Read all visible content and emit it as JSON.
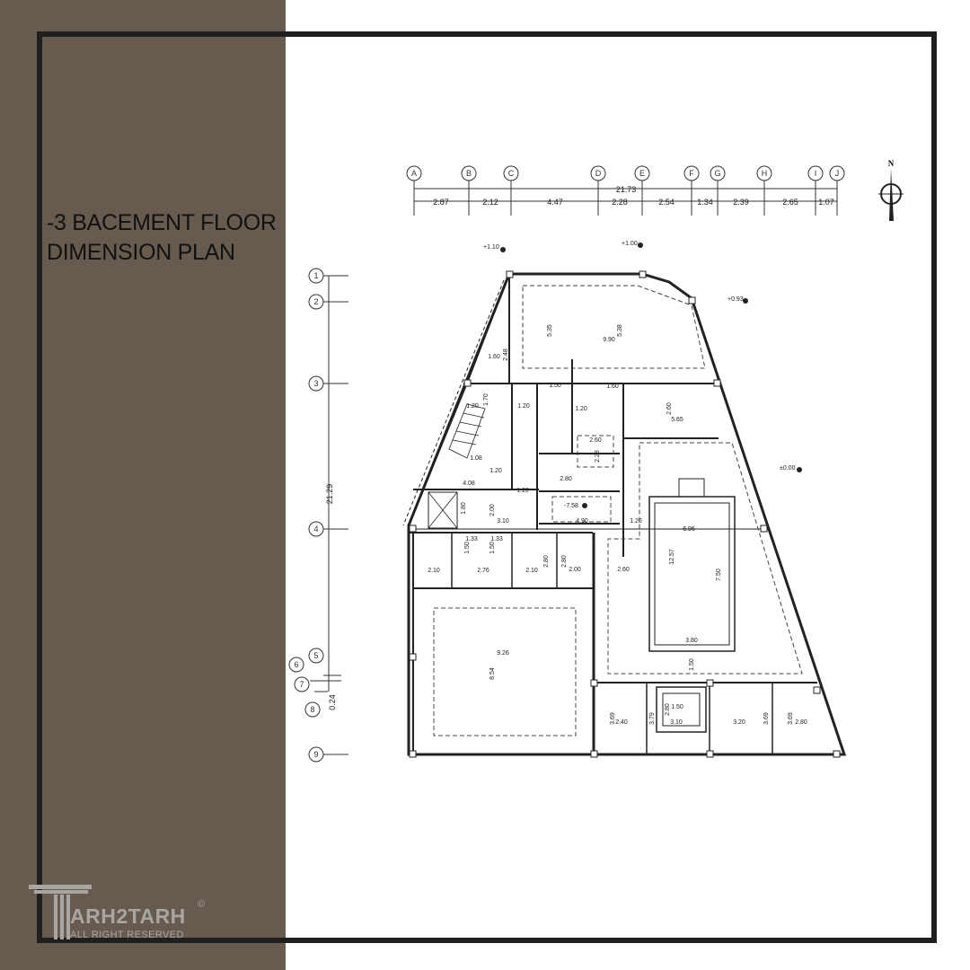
{
  "title": {
    "line1": "-3 BACEMENT FLOOR",
    "line2": "DIMENSION PLAN"
  },
  "logo": {
    "brand": "ARH2TARH",
    "copyright": "©",
    "rights": "ALL RIGHT RESERVED"
  },
  "colors": {
    "panel": "#675b50",
    "frame": "#1f1f1f",
    "line": "#222222"
  },
  "north": {
    "label": "N"
  },
  "grid": {
    "columns": [
      "A",
      "B",
      "C",
      "D",
      "E",
      "F",
      "G",
      "H",
      "I",
      "J"
    ],
    "rows": [
      "1",
      "2",
      "3",
      "4",
      "5",
      "6",
      "7",
      "8",
      "9"
    ],
    "total_width": "21.73",
    "column_spacings": [
      "2.87",
      "2.12",
      "4.47",
      "2.28",
      "2.54",
      "1.34",
      "2.39",
      "2.65",
      "1.07"
    ],
    "total_height": "21.29",
    "row_small": "0.24"
  },
  "levels": [
    "+1.10",
    "+1.00",
    "+0.93",
    "±0.00",
    "-7.58"
  ],
  "dimensions": [
    "5.35",
    "5.38",
    "9.90",
    "1.60",
    "2.48",
    "1.20",
    "1.70",
    "1.20",
    "1.50",
    "1.20",
    "1.60",
    "2.60",
    "5.65",
    "2.60",
    "2.28",
    "1.08",
    "1.20",
    "4.08",
    "2.80",
    "1.20",
    "1.80",
    "2.00",
    "3.10",
    "4.90",
    "1.20",
    "6.95",
    "1.33",
    "1.33",
    "1.50",
    "1.50",
    "2.10",
    "2.76",
    "2.10",
    "2.80",
    "2.80",
    "2.00",
    "2.60",
    "12.57",
    "7.50",
    "3.80",
    "9.26",
    "8.54",
    "1.50",
    "3.69",
    "2.40",
    "3.79",
    "2.80",
    "1.50",
    "3.10",
    "3.20",
    "3.69",
    "3.69",
    "2.80"
  ]
}
